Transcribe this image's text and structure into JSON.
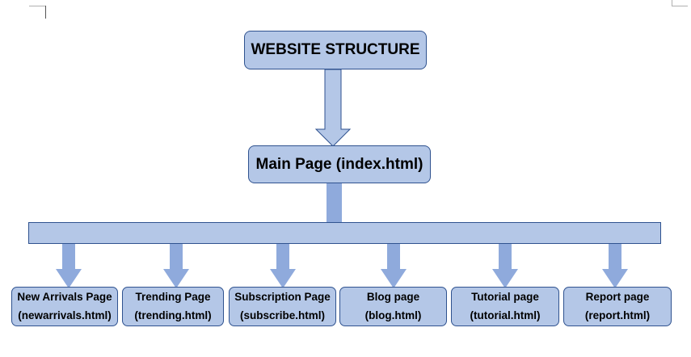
{
  "title": "WEBSITE STRUCTURE",
  "main_page": "Main Page (index.html)",
  "pages": [
    {
      "name": "New Arrivals Page",
      "file": "(newarrivals.html)"
    },
    {
      "name": "Trending Page",
      "file": "(trending.html)"
    },
    {
      "name": "Subscription Page",
      "file": "(subscribe.html)"
    },
    {
      "name": "Blog page",
      "file": "(blog.html)"
    },
    {
      "name": "Tutorial page",
      "file": "(tutorial.html)"
    },
    {
      "name": "Report page",
      "file": "(report.html)"
    }
  ],
  "colors": {
    "box_fill": "#b4c7e7",
    "box_border": "#2f528f",
    "connector_fill": "#8faadc"
  }
}
